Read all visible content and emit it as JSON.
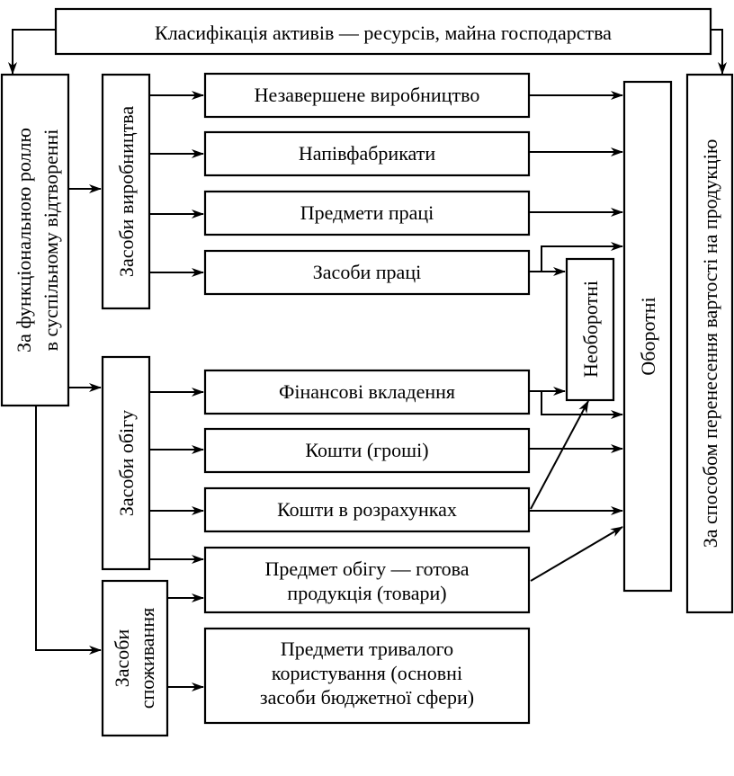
{
  "title": "Класифікація активів — ресурсів, майна господарства",
  "left_criterion": [
    "За функціональною роллю",
    "в суспільному відтворенні"
  ],
  "right_criterion": "За способом перенесення вартості на продукцію",
  "groups": {
    "production": "Засоби виробництва",
    "circulation": "Засоби обігу",
    "consumption": [
      "Засоби",
      "споживання"
    ]
  },
  "items": {
    "wip": "Незавершене виробництво",
    "semi": "Напівфабрикати",
    "objects_of_labor": "Предмети праці",
    "means_of_labor": "Засоби праці",
    "fin_investments": "Фінансові вкладення",
    "cash": "Кошти (гроші)",
    "receivables": "Кошти в розрахунках",
    "finished_goods": [
      "Предмет обігу — готова",
      "продукція (товари)"
    ],
    "durables": [
      "Предмети тривалого",
      "користування (основні",
      "засоби бюджетної сфери)"
    ]
  },
  "categories": {
    "noncurrent": "Необоротні",
    "current": "Оборотні"
  }
}
